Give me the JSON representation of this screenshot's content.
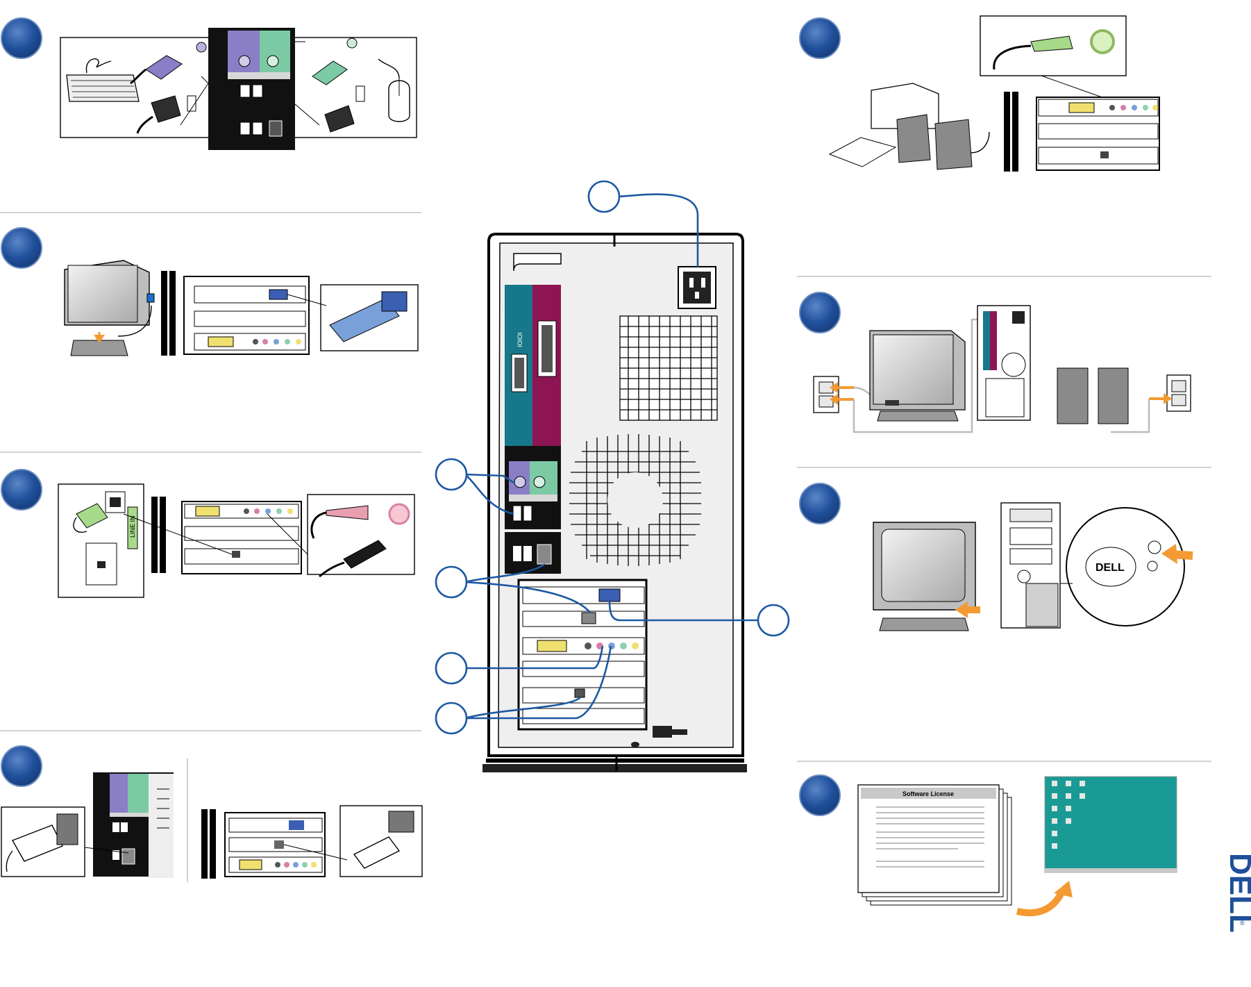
{
  "brand": {
    "logo": "DELL",
    "registered_mark": "®"
  },
  "steps": {
    "keyboard_mouse": {
      "badge": "step-badge",
      "icons": [
        "keyboard-icon",
        "mouse-icon",
        "ps2-connector-icon",
        "usb-connector-icon"
      ]
    },
    "monitor": {
      "badge": "step-badge",
      "icons": [
        "monitor-icon",
        "video-connector-icon"
      ]
    },
    "modem_microphone": {
      "badge": "step-badge",
      "port_label": "LINE IN",
      "icons": [
        "phone-jack-icon",
        "microphone-icon"
      ]
    },
    "network": {
      "badge": "step-badge",
      "icons": [
        "network-cable-icon"
      ]
    },
    "speakers": {
      "badge": "step-badge",
      "icons": [
        "speaker-icon",
        "audio-plug-icon"
      ]
    },
    "power": {
      "badge": "step-badge",
      "icons": [
        "power-outlet-icon",
        "power-cable-icon"
      ]
    },
    "power_on": {
      "badge": "step-badge",
      "logo_on_button_zoom": "DELL",
      "icons": [
        "power-button-icon"
      ]
    },
    "software_license": {
      "badge": "step-badge",
      "document_title": "Software License",
      "icons": [
        "license-document-icon",
        "desktop-screen-icon"
      ]
    }
  },
  "colors": {
    "badge": "#1f4f9a",
    "callout_line": "#1d58a3",
    "serial_port_panel": "#16788a",
    "parallel_port_panel": "#8e1553",
    "keyboard_port": "#8a7fc6",
    "mouse_port": "#7ccaa4",
    "arrow": "#f39a33",
    "desktop": "#1a9a94"
  }
}
